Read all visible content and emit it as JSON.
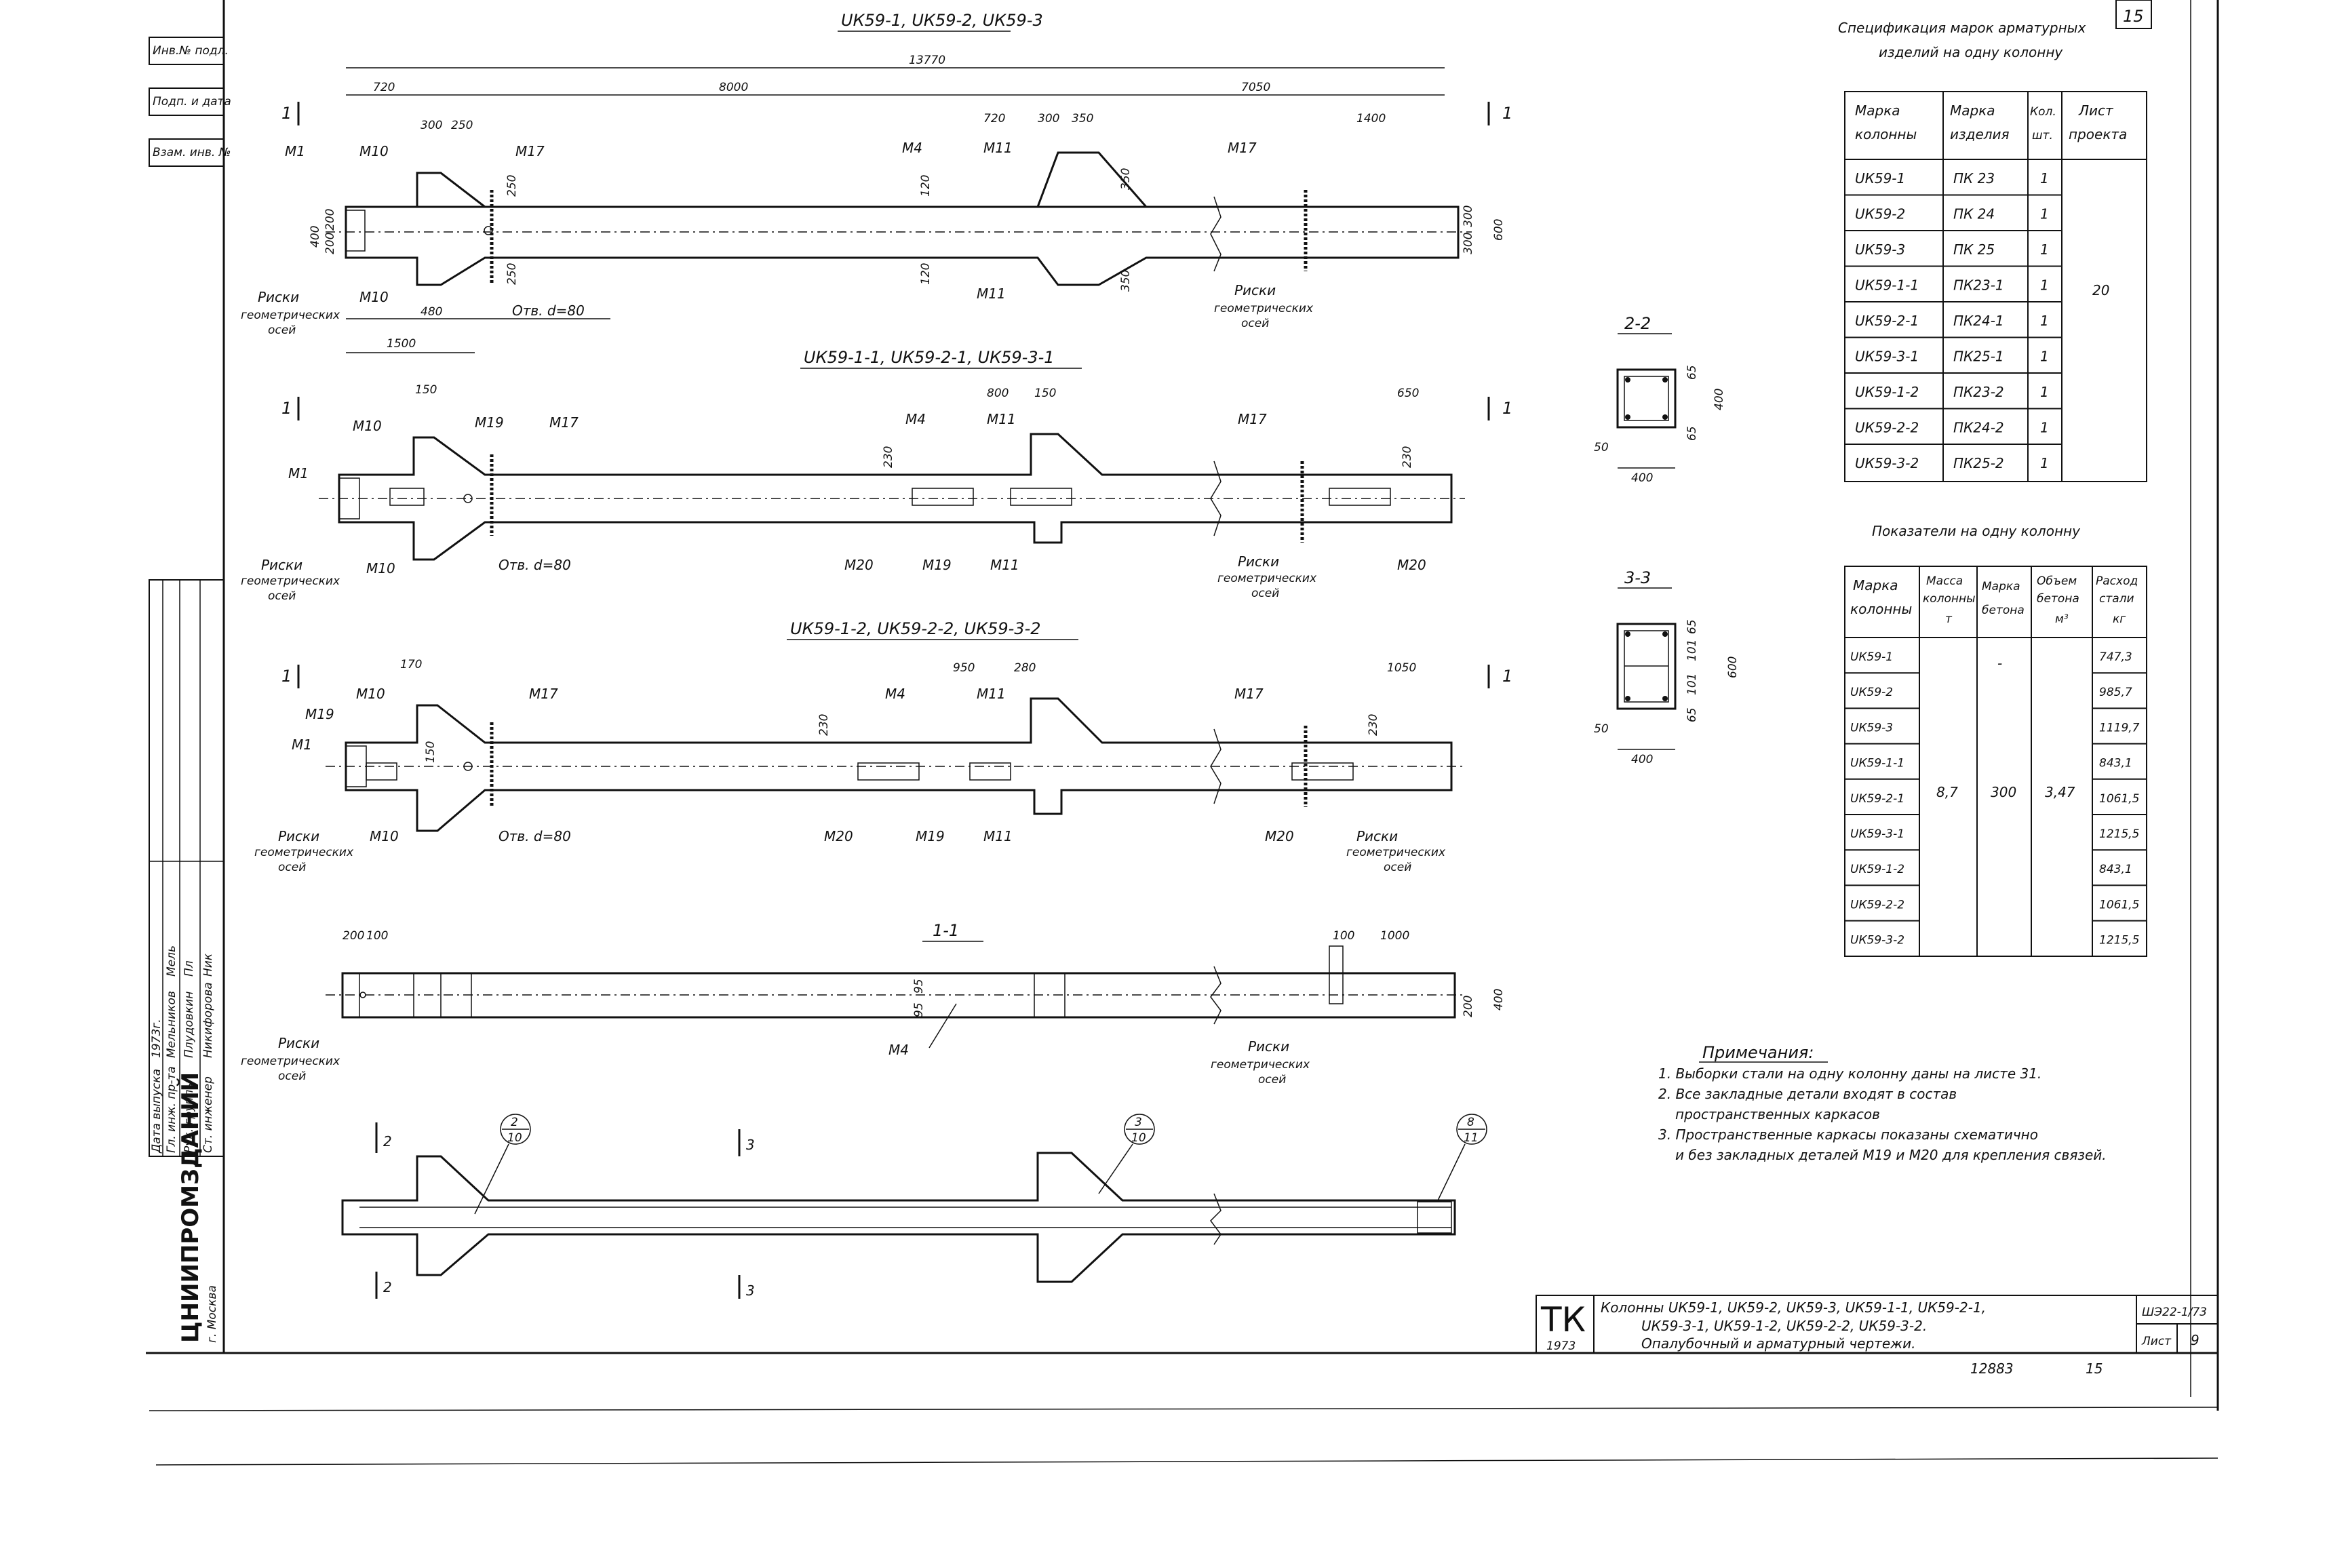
{
  "sheet_number": "15",
  "left_stamp": {
    "org_name": "ЦНИИПРОМЗДАНИЙ",
    "org_city": "г. Москва",
    "top_cells": [
      "Инв.№ подл.",
      "Подп. и дата",
      "Взам. инв. №"
    ],
    "signatures": [
      {
        "role": "Гл. инж. пр-та",
        "name": "Мельников",
        "sign": "Мель"
      },
      {
        "role": "Рук. группы",
        "name": "Плудовкин",
        "sign": "Пл"
      },
      {
        "role": "Ст. инженер",
        "name": "Никифорова",
        "sign": "Ник"
      },
      {
        "role": "Дата выпуска",
        "name": "1973г.",
        "sign": ""
      }
    ]
  },
  "views": [
    {
      "title": "UК59-1, UК59-2, UК59-3",
      "dims_top": [
        "13770",
        "720",
        "8000",
        "7050",
        "300",
        "250",
        "720",
        "300",
        "350",
        "1400"
      ],
      "labels": [
        "M1",
        "M10",
        "M17",
        "M4",
        "M11",
        "M17",
        "M10",
        "M11"
      ],
      "dims_side": [
        "400",
        "200",
        "200",
        "250",
        "250",
        "120",
        "120",
        "350",
        "350",
        "300",
        "300",
        "600"
      ],
      "dims_bottom": [
        "480",
        "1500"
      ],
      "hole": "Отв. d=80",
      "axis_label_left": [
        "Риски",
        "геометрических",
        "осей"
      ],
      "axis_label_right": [
        "Риски",
        "геометрических",
        "осей"
      ],
      "section_marks": [
        "1",
        "1"
      ]
    },
    {
      "title": "UК59-1-1, UК59-2-1, UК59-3-1",
      "dims_top": [
        "150",
        "800",
        "150",
        "650"
      ],
      "labels": [
        "M10",
        "M19",
        "M17",
        "M1",
        "M4",
        "M11",
        "M17",
        "M20",
        "M19",
        "M11",
        "M10",
        "M20"
      ],
      "dims_side": [
        "230",
        "230"
      ],
      "hole": "Отв. d=80",
      "axis_label_left": [
        "Риски",
        "геометрических",
        "осей"
      ],
      "axis_label_right": [
        "Риски",
        "геометрических",
        "осей"
      ],
      "section_marks": [
        "1",
        "1"
      ]
    },
    {
      "title": "UК59-1-2, UК59-2-2, UК59-3-2",
      "dims_top": [
        "170",
        "950",
        "280",
        "1050"
      ],
      "labels": [
        "M10",
        "M17",
        "M19",
        "M1",
        "M4",
        "M11",
        "M17",
        "M20",
        "M19",
        "M11",
        "M10",
        "M20"
      ],
      "dims_side": [
        "230",
        "150",
        "230"
      ],
      "hole": "Отв. d=80",
      "axis_label_left": [
        "Риски",
        "геометрических",
        "осей"
      ],
      "axis_label_right": [
        "Риски",
        "геометрических",
        "осей"
      ],
      "section_marks": [
        "1",
        "1"
      ]
    }
  ],
  "section_1_1": {
    "title": "1-1",
    "dims": [
      "200",
      "100",
      "100",
      "1000",
      "95",
      "95",
      "200",
      "400"
    ],
    "label": "M4",
    "axis_label_left": [
      "Риски",
      "геометрических",
      "осей"
    ],
    "axis_label_right": [
      "Риски",
      "геометрических",
      "осей"
    ]
  },
  "reinforcement_view": {
    "callouts": [
      {
        "top": "2",
        "bottom": "10"
      },
      {
        "top": "3",
        "bottom": "10"
      },
      {
        "top": "8",
        "bottom": "11"
      }
    ],
    "cuts": [
      "2",
      "2",
      "3",
      "3"
    ]
  },
  "section_2_2": {
    "title": "2-2",
    "dims": [
      "65",
      "400",
      "65",
      "50",
      "400"
    ]
  },
  "section_3_3": {
    "title": "3-3",
    "dims": [
      "65",
      "101",
      "101",
      "65",
      "600",
      "50",
      "400"
    ]
  },
  "spec_table": {
    "caption": [
      "Спецификация марок арматурных",
      "изделий на одну колонну"
    ],
    "headers": [
      [
        "Марка",
        "колонны"
      ],
      [
        "Марка",
        "изделия"
      ],
      [
        "Кол.",
        "шт."
      ],
      [
        "Лист",
        "проекта"
      ]
    ],
    "rows": [
      [
        "UК59-1",
        "ПК 23",
        "1"
      ],
      [
        "UК59-2",
        "ПК 24",
        "1"
      ],
      [
        "UК59-3",
        "ПК 25",
        "1"
      ],
      [
        "UК59-1-1",
        "ПК23-1",
        "1"
      ],
      [
        "UК59-2-1",
        "ПК24-1",
        "1"
      ],
      [
        "UК59-3-1",
        "ПК25-1",
        "1"
      ],
      [
        "UК59-1-2",
        "ПК23-2",
        "1"
      ],
      [
        "UК59-2-2",
        "ПК24-2",
        "1"
      ],
      [
        "UК59-3-2",
        "ПК25-2",
        "1"
      ]
    ],
    "sheet_ref": "20"
  },
  "ind_table": {
    "caption": "Показатели на одну колонну",
    "headers": [
      [
        "Марка",
        "колонны"
      ],
      [
        "Масса",
        "колонны",
        "т"
      ],
      [
        "Марка",
        "бетона"
      ],
      [
        "Объем",
        "бетона",
        "м³"
      ],
      [
        "Расход",
        "стали",
        "кг"
      ]
    ],
    "marks": [
      "UК59-1",
      "UК59-2",
      "UК59-3",
      "UК59-1-1",
      "UК59-2-1",
      "UК59-3-1",
      "UК59-1-2",
      "UК59-2-2",
      "UК59-3-2"
    ],
    "steel": [
      "747,3",
      "985,7",
      "1119,7",
      "843,1",
      "1061,5",
      "1215,5",
      "843,1",
      "1061,5",
      "1215,5"
    ],
    "mass": "8,7",
    "concrete_dash": "-",
    "concrete": "300",
    "volume": "3,47"
  },
  "notes": {
    "title": "Примечания:",
    "lines": [
      "1. Выборки стали на одну колонну даны на листе 31.",
      "2. Все закладные детали входят в состав",
      "пространственных каркасов",
      "3. Пространственные каркасы показаны схематично",
      "и без закладных деталей M19 и M20 для крепления связей."
    ]
  },
  "title_block": {
    "logo": "ТК",
    "year": "1973",
    "title_lines": [
      "Колонны UК59-1, UК59-2, UК59-3, UК59-1-1, UК59-2-1,",
      "UК59-3-1, UК59-1-2, UК59-2-2, UК59-3-2.",
      "Опалубочный и арматурный чертежи."
    ],
    "code": "ШЭ22-1/73",
    "sheet_label": "Лист",
    "sheet_no": "9",
    "bottom_left": "12883",
    "bottom_right": "15"
  }
}
